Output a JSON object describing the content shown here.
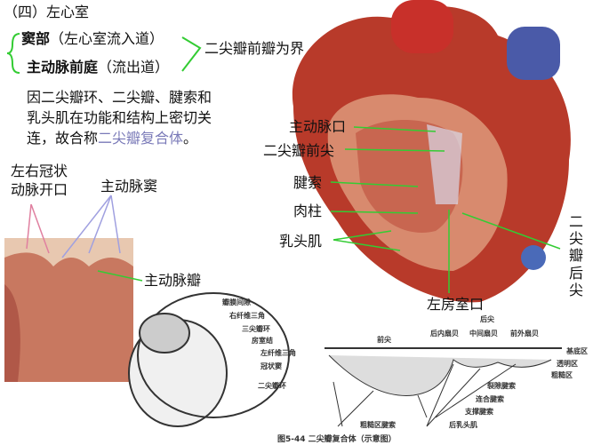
{
  "section_title": "（四）左心室",
  "parts": {
    "sinus": "窦部",
    "sinus_note": "（左心室流入道）",
    "vestibule": "主动脉前庭",
    "vestibule_note": "（流出道）",
    "boundary": "二尖瓣前瓣为界"
  },
  "paragraph": {
    "line1": "因二尖瓣环、二尖瓣、腱索和",
    "line2": "乳头肌在功能和结构上密切关",
    "line3_pre": "连，故合称",
    "line3_highlight": "二尖瓣复合体",
    "line3_post": "。"
  },
  "aortic_labels": {
    "coronary_openings_1": "左右冠状",
    "coronary_openings_2": "动脉开口",
    "aortic_sinus": "主动脉窦",
    "aortic_valve": "主动脉瓣"
  },
  "heart_labels": {
    "aortic_orifice": "主动脉口",
    "anterior_cusp": "二尖瓣前尖",
    "chordae": "腱索",
    "trabeculae": "肉柱",
    "papillary": "乳头肌",
    "av_orifice": "左房室口",
    "posterior_cusp": "二尖瓣后尖"
  },
  "ring_labels": [
    "瓣膜间隙",
    "右纤维三角",
    "三尖瓣环",
    "房室结",
    "左纤维三角",
    "冠状窦",
    "二尖瓣环"
  ],
  "complex_labels": {
    "posterior": "后尖",
    "scallops": [
      "后内扇贝",
      "中间扇贝",
      "前外扇贝"
    ],
    "anterior": "前尖",
    "zones": [
      "基底区",
      "透明区",
      "粗糙区"
    ],
    "chordae": [
      "裂隙腱索",
      "连合腱索",
      "支撑腱索"
    ],
    "rough_chordae": "粗糙区腱索",
    "post_papillary": "后乳头肌"
  },
  "caption": "图5-44 二尖瓣复合体（示意图）",
  "colors": {
    "bracket": "#33cc33",
    "highlight": "#7a7ab8",
    "pointer_pink": "#e080a0",
    "pointer_lavender": "#a0a0e0"
  }
}
